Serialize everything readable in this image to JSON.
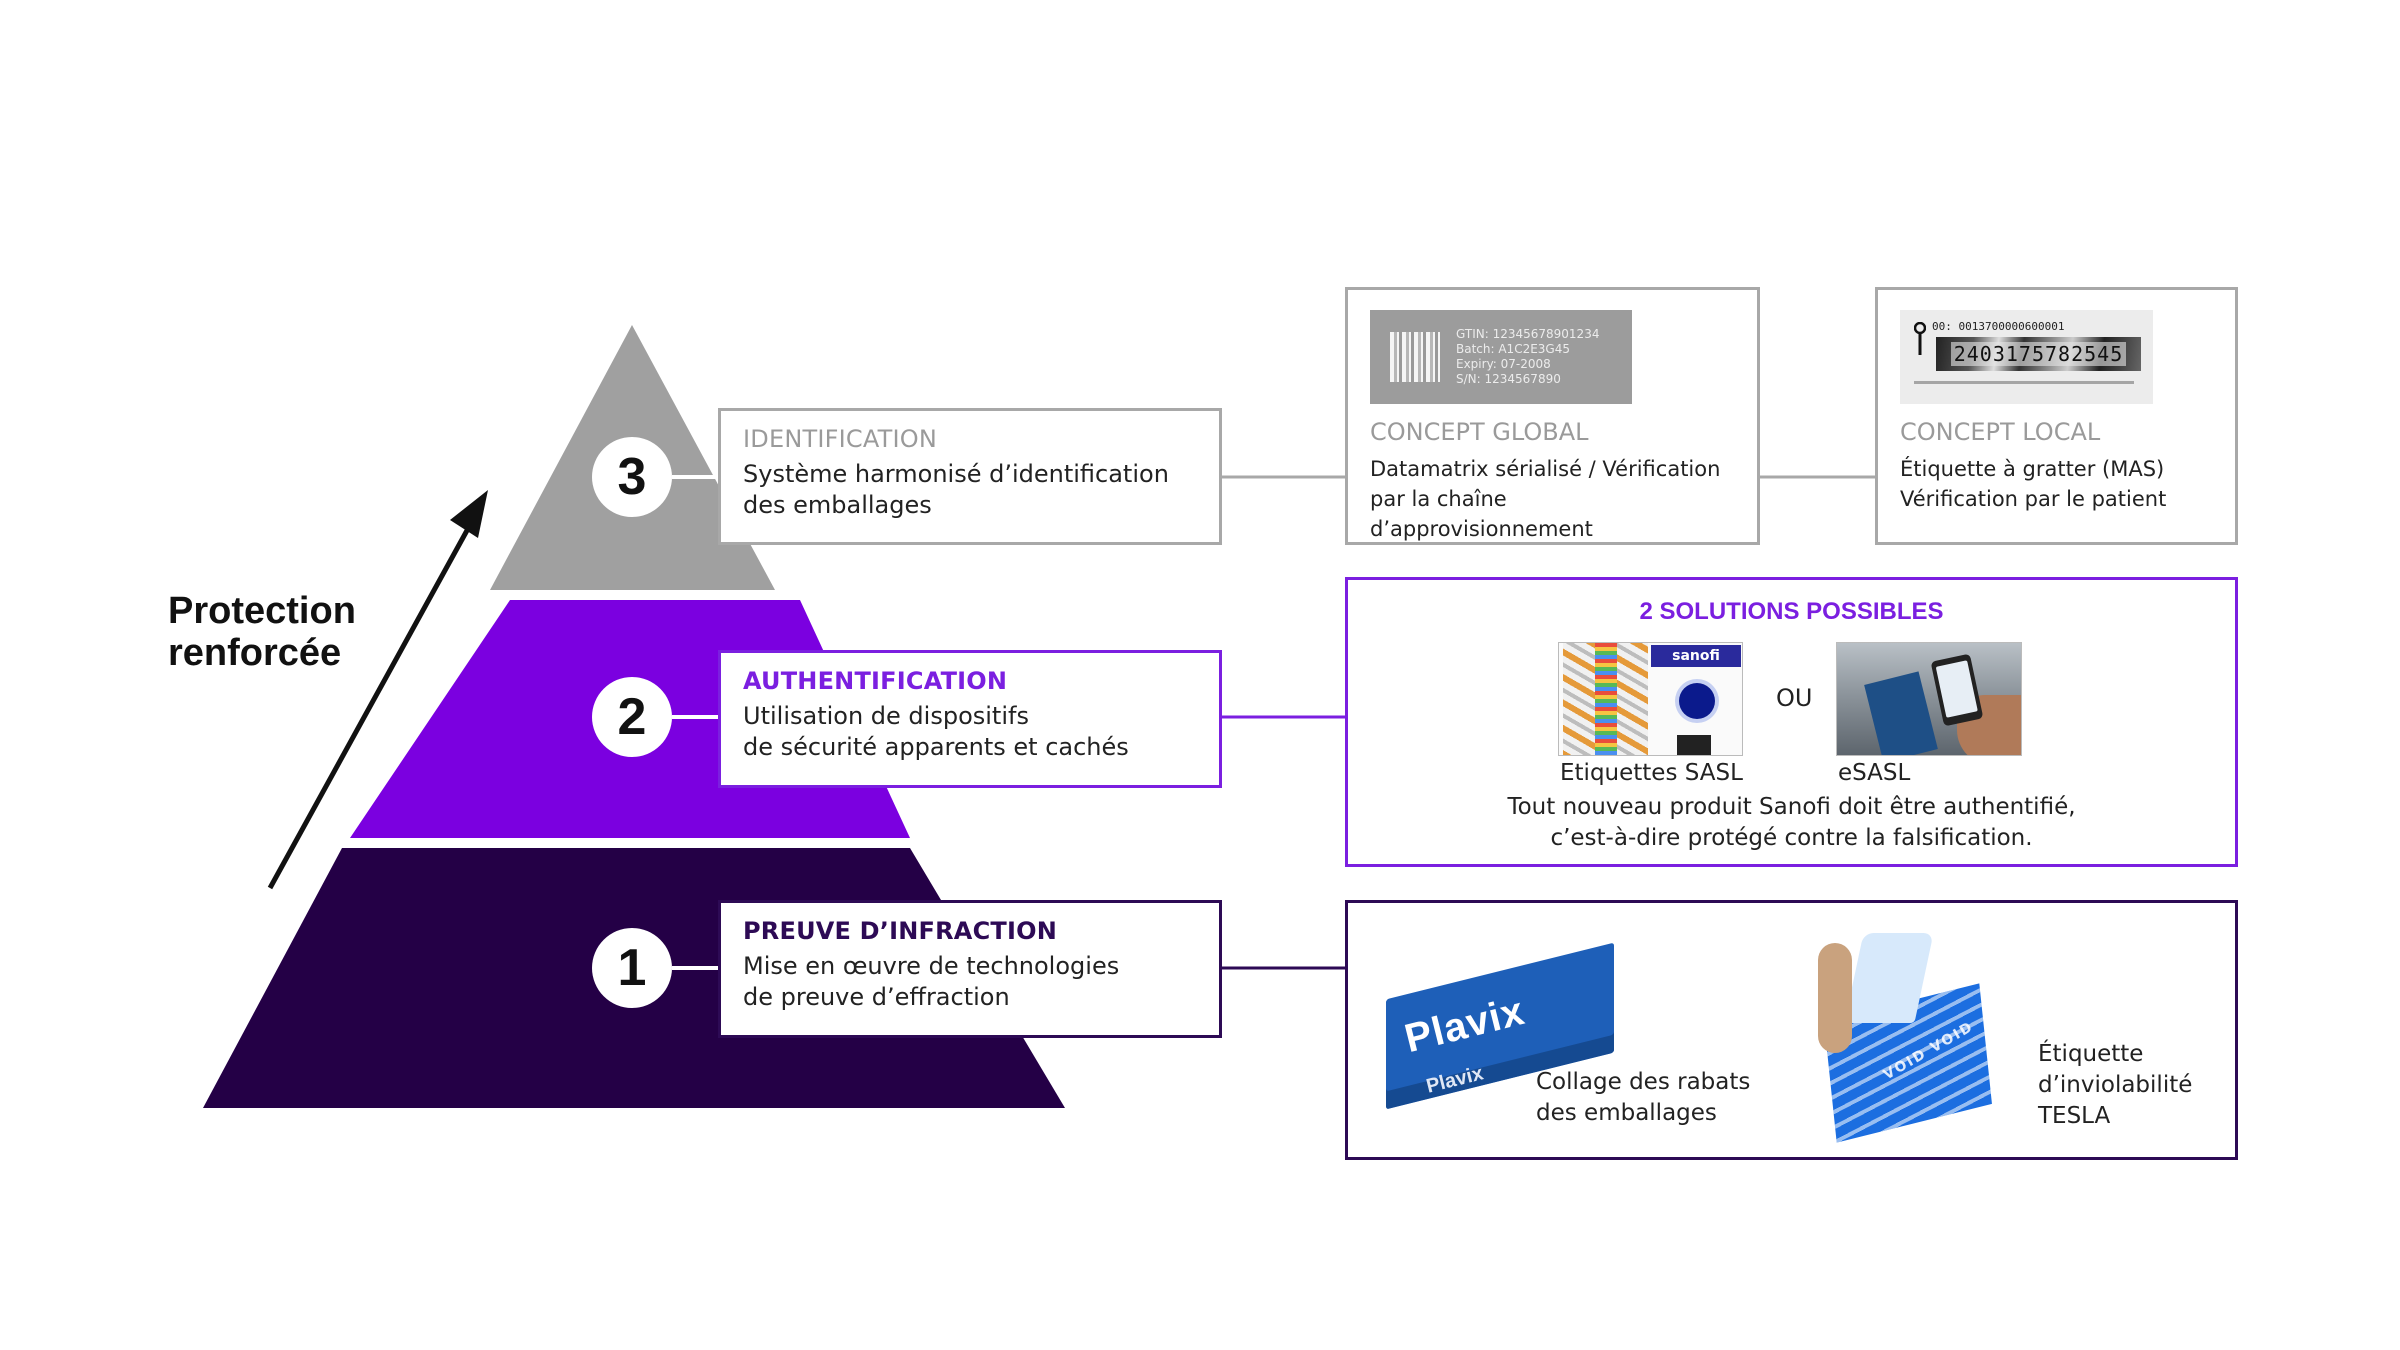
{
  "side_label": {
    "line1": "Protection",
    "line2": "renforcée"
  },
  "colors": {
    "tier3": "#a0a0a0",
    "tier2": "#7b00e0",
    "tier1": "#240046",
    "accent_purple": "#7b1fe0",
    "dark_purple": "#2d0a55",
    "gray_border": "#a8a8a8"
  },
  "levels": [
    {
      "number": "3",
      "title": "IDENTIFICATION",
      "desc_line1": "Système harmonisé d’identification",
      "desc_line2": "des emballages"
    },
    {
      "number": "2",
      "title": "AUTHENTIFICATION",
      "desc_line1": "Utilisation de dispositifs",
      "desc_line2": "de sécurité apparents et cachés"
    },
    {
      "number": "1",
      "title": "PREUVE D’INFRACTION",
      "desc_line1": "Mise en œuvre de technologies",
      "desc_line2": "de preuve d’effraction"
    }
  ],
  "identification": {
    "global": {
      "label_lines": [
        "GTIN: 12345678901234",
        "Batch: A1C2E3G45",
        "Expiry: 07-2008",
        "S/N: 1234567890"
      ],
      "title": "CONCEPT GLOBAL",
      "desc_line1": "Datamatrix sérialisé / Vérification",
      "desc_line2": "par la chaîne d’approvisionnement"
    },
    "local": {
      "label_top": "00: 0013700000600001",
      "scratch_code": "2403175782545",
      "title": "CONCEPT LOCAL",
      "desc_line1": "Étiquette à gratter (MAS)",
      "desc_line2": "Vérification par le patient"
    }
  },
  "authentication": {
    "title": "2 SOLUTIONS POSSIBLES",
    "sasl_brand": "sanofi",
    "separator": "OU",
    "sasl_caption": "Etiquettes SASL",
    "esasl_caption": "eSASL",
    "note_line1": "Tout nouveau produit Sanofi doit être authentifié,",
    "note_line2": "c’est-à-dire protégé contre la falsification."
  },
  "tamper": {
    "product_name": "Plavix",
    "plavix_caption_line1": "Collage des rabats",
    "plavix_caption_line2": "des emballages",
    "void_text": "VOID VOID",
    "tesla_caption_line1": "Étiquette",
    "tesla_caption_line2": "d’inviolabilité",
    "tesla_caption_line3": "TESLA"
  }
}
